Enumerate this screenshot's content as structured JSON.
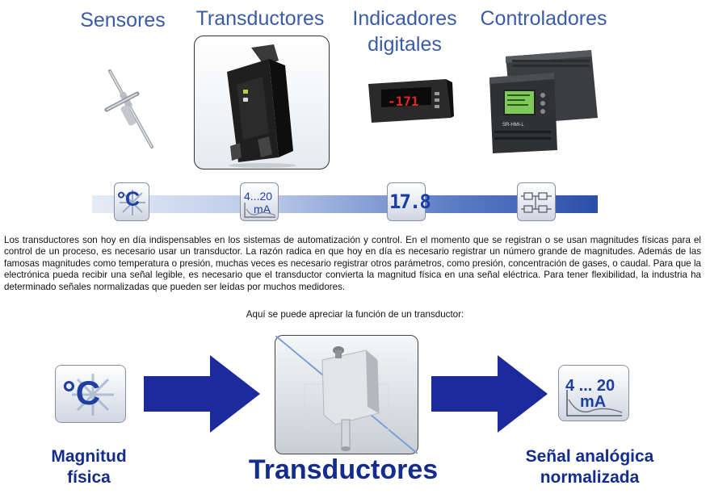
{
  "categories": {
    "sensores": "Sensores",
    "transductores": "Transductores",
    "indicadores_line1": "Indicadores",
    "indicadores_line2": "digitales",
    "controladores": "Controladores"
  },
  "bar_icons": {
    "celsius": "°C",
    "range_top": "4...20",
    "range_unit": "mA",
    "display_value": "17.8"
  },
  "body": {
    "paragraph": "Los transductores son hoy en día indispensables en los sistemas de automatización y control. En el momento que se registran o se usan magnitudes físicas para el control de un proceso, es necesario usar un transductor. La razón radica en que hoy en día es necesario registrar un número grande de magnitudes. Además de las famosas magnitudes como temperatura o presión, muchas veces es necesario registrar otros parámetros, como presión, concentración de gases, o caudal. Para que la electrónica pueda recibir una señal legible, es necesario que el transductor convierta la magnitud física en una señal eléctrica. Para tener flexibilidad, la industria ha determinado señales normalizadas que pueden ser leídas por muchos medidores.",
    "caption": "Aquí se puede apreciar la función de un transductor:"
  },
  "diagram": {
    "input_symbol": "°C",
    "output_range": "4 ... 20",
    "output_unit": "mA",
    "label_left_1": "Magnitud",
    "label_left_2": "física",
    "label_center": "Transductores",
    "label_right_1": "Señal analógica",
    "label_right_2": "normalizada"
  },
  "colors": {
    "category_text": "#3a5ca8",
    "diagram_text": "#142d8c",
    "arrow": "#1c2a9c",
    "bar_dark": "#2a4fa8",
    "display_digits": "#1a3ea8"
  }
}
